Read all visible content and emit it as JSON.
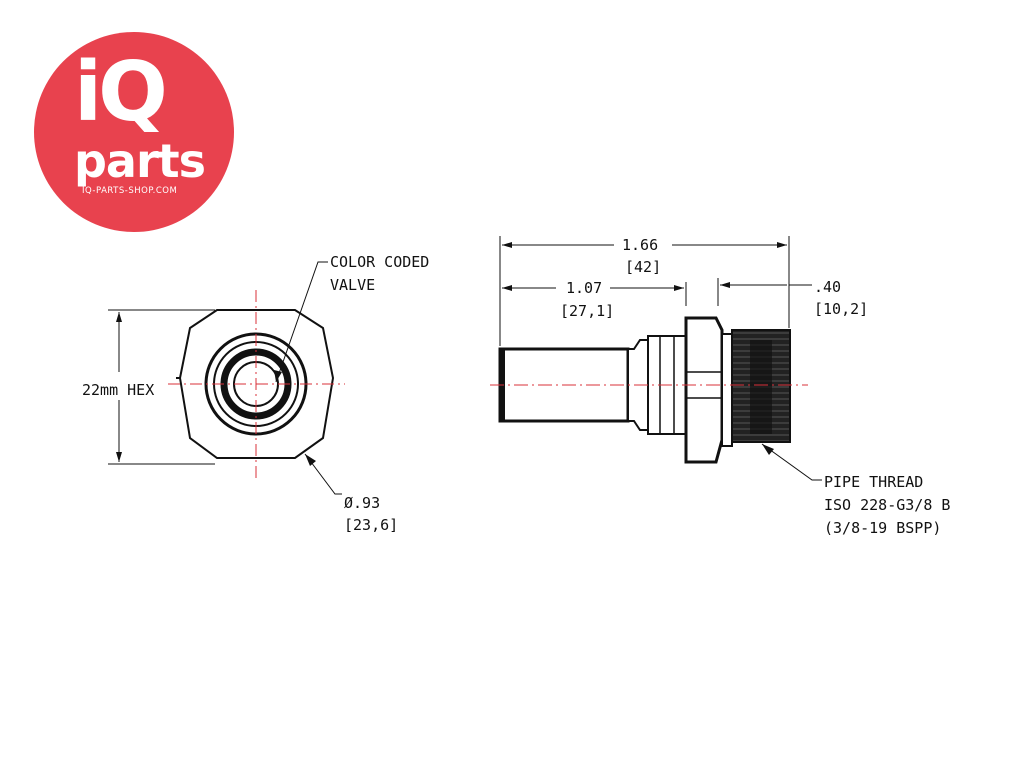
{
  "logo": {
    "brand_top": "iQ",
    "brand_bottom": "parts",
    "url": "IQ-PARTS-SHOP.COM",
    "color": "#e8424e"
  },
  "front_view": {
    "callout_valve_line1": "COLOR CODED",
    "callout_valve_line2": "VALVE",
    "hex_label": "22mm HEX",
    "diameter_in": "Ø.93",
    "diameter_mm": "[23,6]"
  },
  "side_view": {
    "overall_in": "1.66",
    "overall_mm": "[42]",
    "body_in": "1.07",
    "body_mm": "[27,1]",
    "thread_len_in": ".40",
    "thread_len_mm": "[10,2]",
    "thread_line1": "PIPE THREAD",
    "thread_line2": "ISO 228-G3/8 B",
    "thread_line3": "(3/8-19 BSPP)"
  },
  "colors": {
    "centerline": "#d9303a",
    "ink": "#111111"
  }
}
